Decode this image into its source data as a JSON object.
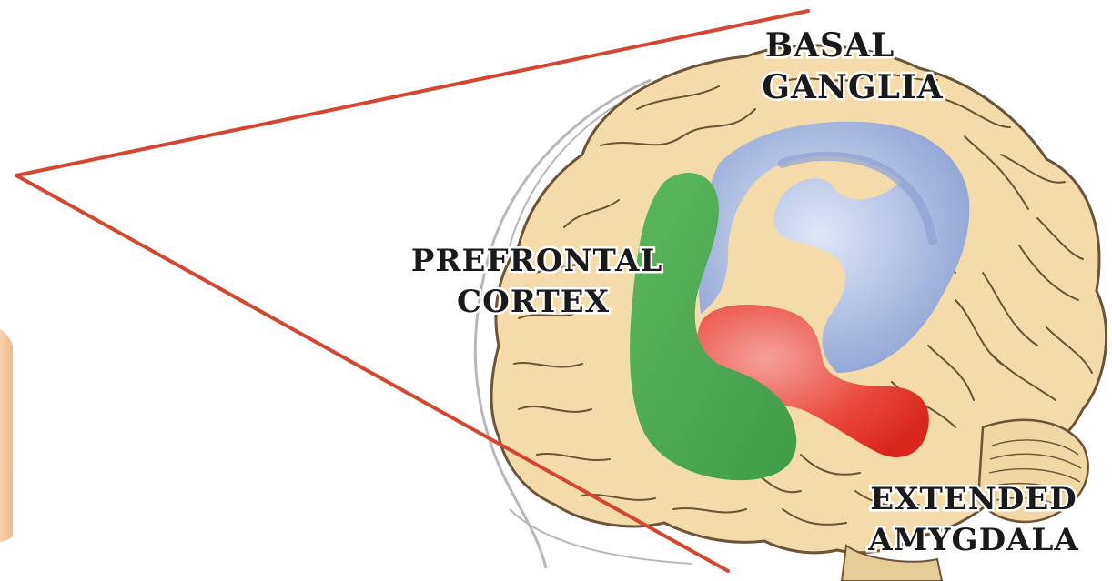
{
  "labels": {
    "basal_ganglia_line1": "BASAL",
    "basal_ganglia_line2": "GANGLIA",
    "prefrontal_line1": "PREFRONTAL",
    "prefrontal_line2": "CORTEX",
    "amygdala_line1": "EXTENDED",
    "amygdala_line2": "AMYGDALA"
  },
  "colors": {
    "brain_fill": "#f3dcaa",
    "brain_outline": "#6b5437",
    "prefrontal": "#4fae52",
    "basal_ganglia": "#97aadb",
    "amygdala": "#e8413a",
    "pointer_lines": "#d6452f",
    "head_outline": "#b8b8b8",
    "skin_tone": "#f5caa0"
  }
}
